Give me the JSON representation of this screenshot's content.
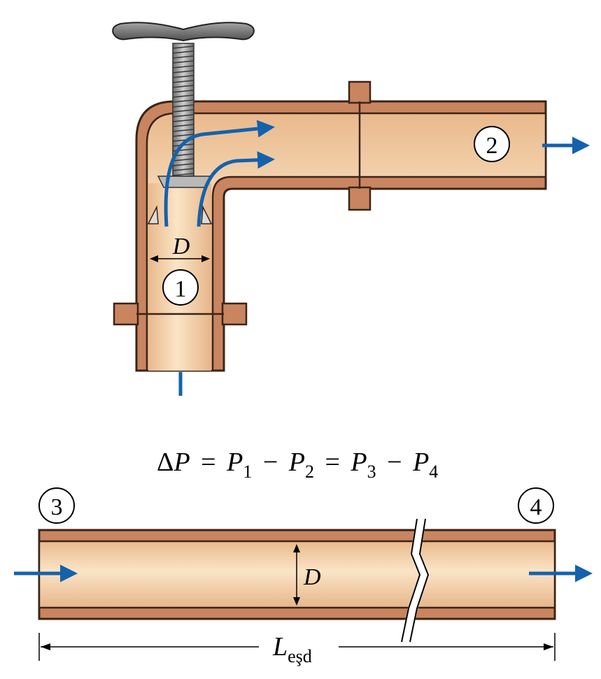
{
  "labels": {
    "station_1": "1",
    "station_2": "2",
    "station_3": "3",
    "station_4": "4",
    "diameter_top": "D",
    "diameter_bottom": "D"
  },
  "equation": {
    "delta": "Δ",
    "P": "P",
    "eq1": "=",
    "minus1": "−",
    "eq2": "=",
    "minus2": "−",
    "sub_1": "1",
    "sub_2": "2",
    "sub_3": "3",
    "sub_4": "4"
  },
  "length": {
    "symbol": "L",
    "subscript": "eşd"
  },
  "colors": {
    "pipe_fill": "#f6d6b0",
    "pipe_wall": "#c98560",
    "pipe_outline": "#3a2418",
    "flow_arrow": "#1462ac",
    "handle": "#7c7c7c",
    "stem": "#9a9a9a"
  }
}
